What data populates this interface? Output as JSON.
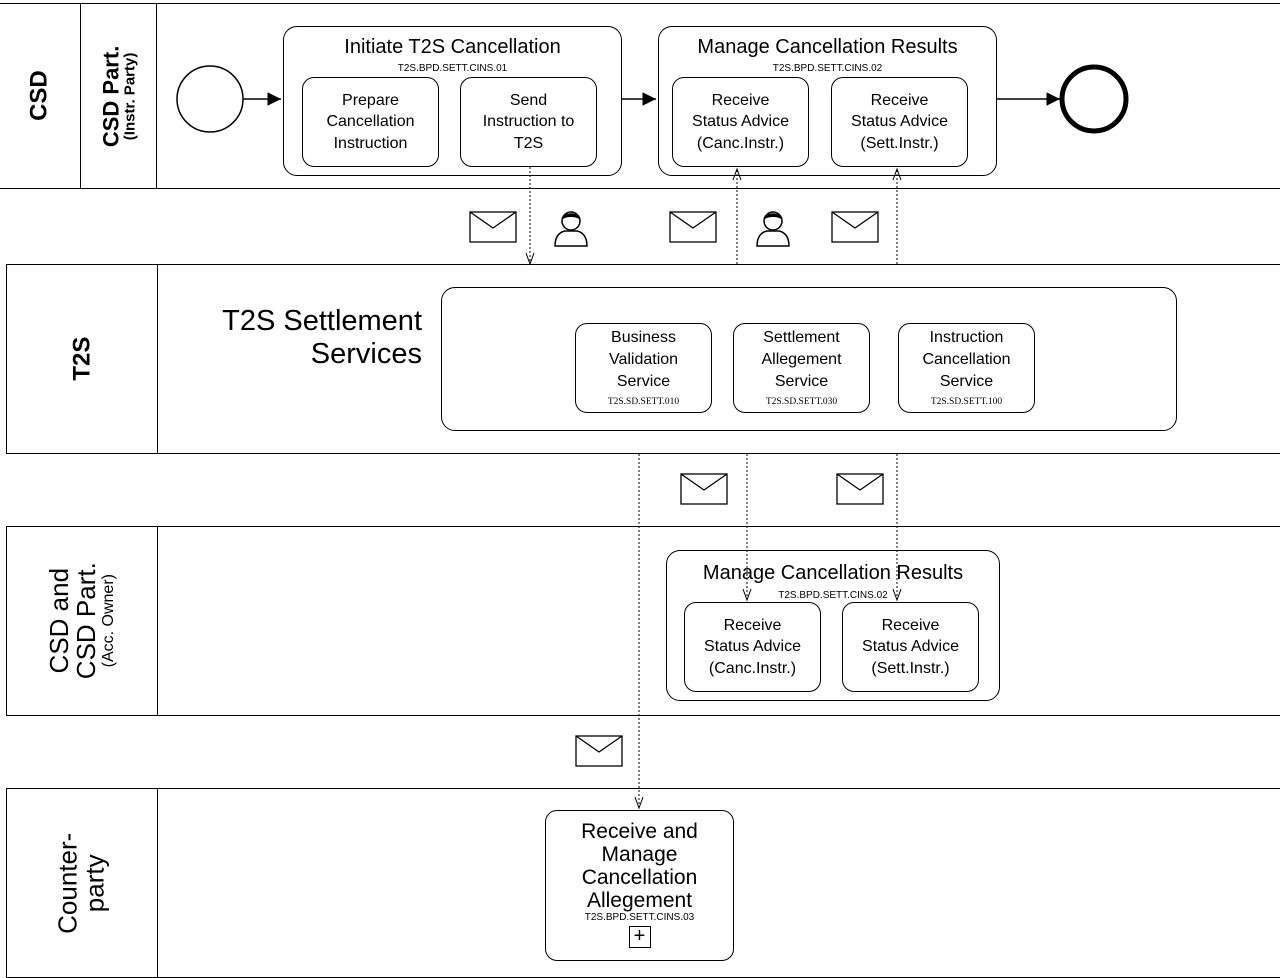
{
  "pools": {
    "csd": {
      "pool_label": "CSD",
      "lane_label": "CSD Part.",
      "lane_sublabel": "(Instr. Party)"
    },
    "t2s": {
      "pool_label": "T2S",
      "group_title_line1": "T2S Settlement",
      "group_title_line2": "Services"
    },
    "acc_owner": {
      "label_line1": "CSD and",
      "label_line2": "CSD Part.",
      "label_sub": "(Acc. Owner)"
    },
    "counterparty": {
      "label_line1": "Counter-",
      "label_line2": "party"
    }
  },
  "csd_processes": {
    "initiate": {
      "title": "Initiate T2S Cancellation",
      "code": "T2S.BPD.SETT.CINS.01",
      "tasks": [
        {
          "line1": "Prepare",
          "line2": "Cancellation",
          "line3": "Instruction"
        },
        {
          "line1": "Send",
          "line2": "Instruction to",
          "line3": "T2S"
        }
      ]
    },
    "manage": {
      "title": "Manage Cancellation Results",
      "code": "T2S.BPD.SETT.CINS.02",
      "tasks": [
        {
          "line1": "Receive",
          "line2": "Status Advice",
          "line3": "(Canc.Instr.)"
        },
        {
          "line1": "Receive",
          "line2": "Status Advice",
          "line3": "(Sett.Instr.)"
        }
      ]
    }
  },
  "t2s_services": [
    {
      "line1": "Business",
      "line2": "Validation",
      "line3": "Service",
      "code": "T2S.SD.SETT.010"
    },
    {
      "line1": "Settlement",
      "line2": "Allegement",
      "line3": "Service",
      "code": "T2S.SD.SETT.030"
    },
    {
      "line1": "Instruction",
      "line2": "Cancellation",
      "line3": "Service",
      "code": "T2S.SD.SETT.100"
    }
  ],
  "acc_owner_process": {
    "title": "Manage Cancellation Results",
    "code": "T2S.BPD.SETT.CINS.02",
    "tasks": [
      {
        "line1": "Receive",
        "line2": "Status Advice",
        "line3": "(Canc.Instr.)"
      },
      {
        "line1": "Receive",
        "line2": "Status Advice",
        "line3": "(Sett.Instr.)"
      }
    ]
  },
  "counterparty_process": {
    "line1": "Receive and",
    "line2": "Manage",
    "line3": "Cancellation",
    "line4": "Allegement",
    "code": "T2S.BPD.SETT.CINS.03",
    "marker": "+"
  },
  "icons": {
    "message": "envelope-icon",
    "user": "person-icon"
  }
}
